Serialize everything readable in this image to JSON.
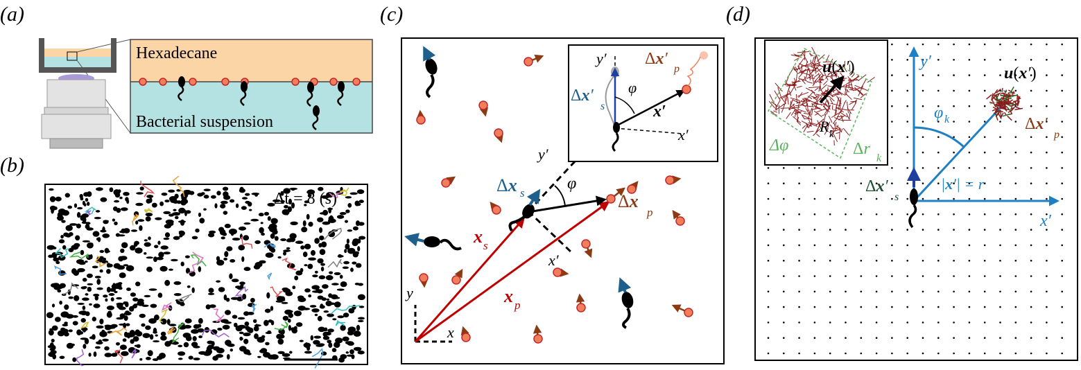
{
  "panels": {
    "a": {
      "label": "(a)",
      "oil_label": "Hexadecane",
      "water_label": "Bacterial suspension"
    },
    "b": {
      "label": "(b)",
      "dt": "Δt = 8 (s)"
    },
    "c": {
      "label": "(c)",
      "dxs": "Δx",
      "dxs_sub": "s",
      "dxp": "Δx",
      "dxp_sub": "p",
      "xs": "x",
      "xs_sub": "s",
      "xp": "x",
      "xp_sub": "p",
      "phi": "φ",
      "axis_x": "x",
      "axis_y": "y",
      "xprime": "x′",
      "yprime": "y′",
      "inset": {
        "yprime": "y′",
        "xprime": "x′",
        "dxps": "Δx′",
        "dxps_sub": "s",
        "dxpp": "Δx′",
        "dxpp_sub": "p",
        "phi": "φ",
        "vec": "x′"
      }
    },
    "d": {
      "label": "(d)",
      "yprime": "y′",
      "xprime": "x′",
      "u_main": "u(x′)",
      "u_inset": "u(x′)",
      "phik": "φ",
      "phik_sub": "k",
      "dxpp": "Δx′",
      "dxpp_sub": "p",
      "dxps": "Δx′",
      "dxps_sub": "s",
      "radius": "|x′| = r",
      "dphi": "Δφ",
      "dr": "Δr",
      "dr_sub": "k",
      "rk": "R",
      "rk_sub": "k"
    }
  },
  "colors": {
    "oil": "#fbd5a6",
    "water": "#b4e2e2",
    "particle": "#f07e5a",
    "particle_stroke": "#c0262a",
    "arrow_brown": "#8b3a12",
    "arrow_blue": "#1f5f8b",
    "red_vec": "#c00000",
    "axis_blue": "#1f7fc4",
    "green": "#5db35d",
    "dark_green": "#1b4d2e",
    "red_dark": "#8b1a1a"
  }
}
